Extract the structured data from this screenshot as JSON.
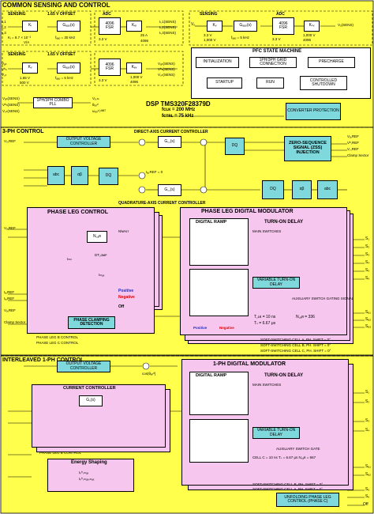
{
  "colors": {
    "yellow": "#ffff4c",
    "pink": "#f7c6ee",
    "cyan": "#7fd8dc",
    "black": "#000000",
    "red": "#e00000",
    "blue": "#1a2ccc"
  },
  "common": {
    "title": "COMMON SENSING AND CONTROL",
    "sensing1": "SENSING",
    "offset1": "1.65 V OFFSET",
    "in1": [
      "Iₗ,1",
      "Iₗ,2",
      "Iₗ,3"
    ],
    "ki": "Kᵢ",
    "kgain": "Kᵢ = 8.7 × 10⁻²",
    "kunit": "V/A",
    "gaaf": "Gₐₐₒ(s)",
    "faaf1": "fₐₐₒ = 30 kHz",
    "adc_title": "ADC",
    "adc_bits": "4096",
    "adc_fsr": "FSR",
    "adc_v": "3.3 V",
    "kei": "Kₑᵢ",
    "kei_val": "25 A",
    "kei_den": "4096",
    "out1": [
      "Iₗ,1(SENS)",
      "Iₗ,2(SENS)",
      "Iₗ,3(SENS)"
    ],
    "sensing2": "SENSING",
    "offset2": "1.65 V OFFSET",
    "in2": [
      "Vₐₙ",
      "Vᵇₙ",
      "V꜀ₙ"
    ],
    "kv": "Kᵥ",
    "kv_val": "1.65 V",
    "kv_den": "500 V",
    "faaf2": "fₐₐₒ = 5 kHz",
    "kev": "Kₑᵥ",
    "kev_val": "1,000 V",
    "kev_den": "4096",
    "out2": [
      "Vₐₙ(SENS)",
      "Vᵇₙ(SENS)",
      "V꜀ₙ(SENS)"
    ],
    "sensing3": "SENSING",
    "vo": "Vₒ",
    "kvo_val": "3.3 V",
    "kvo_den": "1,000 V",
    "faaf3": "fₐₐₒ = 5 kHz",
    "ksv": "Kₛᵥ",
    "ksv_val": "1,000 V",
    "ksv_den": "4096",
    "vo_out": "Vₒ(SENS)"
  },
  "pfc": {
    "title": "PFC STATE MACHINE",
    "init": "INITIALIZATION",
    "grid": "1PH/3PH GRID CONNECTION",
    "precharge": "PRECHARGE",
    "startup": "STARTUP",
    "run": "RUN",
    "shutdown": "CONTROLLED SHUTDOWN"
  },
  "dsp": {
    "name": "DSP TMS320F28379D",
    "fclk": "fᴄʟᴋ = 200 MHz",
    "fctrl": "fᴄᴛʀʟ = 75 kHz"
  },
  "pll": {
    "label": "1PH/3PH COMBO PLL",
    "inputs": [
      "Vₐₙ(SENS)",
      "Vᵇₙ(SENS)",
      "V꜀ₙ(SENS)"
    ],
    "outputs": [
      "Vᵧ,ₘ",
      "θᵧᵣᵢᵈ",
      "ωᵧᵣᵢᵈ,ᴸᴵᴹᴵᵀ"
    ]
  },
  "protection": "CONVERTER PROTECTION",
  "threeph": {
    "title": "3-PH CONTROL",
    "daxis": "DIRECT-AXIS CURRENT CONTROLLER",
    "qaxis": "QUADRATURE-AXIS CURRENT CONTROLLER",
    "vocontroller": "OUTPUT VOLTAGE CONTROLLER",
    "vo_ref": "Vₒ,REF",
    "vo_sens": "Vₒ(SENS)",
    "gcc": "G꜀꜀(s)",
    "zss": "ZERO-SEQUENCE SIGNAL (ZSS) INJECTION",
    "abc": "abc",
    "ab": "αβ",
    "dq": "DQ",
    "outs": [
      "Vₐ,REF",
      "Vᵇ,REF",
      "V꜀,REF",
      "Clamp Sector"
    ],
    "iqref": "Iᵩ,REF = 0"
  },
  "phaseleg": {
    "title": "PHASE LEG CONTROL",
    "ncar": "N꜀ₐʀ",
    "ninput": "Nᴵɴᴘᴜᴛ",
    "dtcomp": "DT꜀ᴏᴍᴘ",
    "imax": "Iₘₐₓ",
    "ilmt": "Iₗₘₜ",
    "positive": "Positive",
    "negative": "Negative",
    "off": "Off",
    "clamping": "PHASE CLAMPING DETECTION",
    "legb": "PHASE LEG B CONTROL",
    "legc": "PHASE LEG C CONTROL",
    "inputs": [
      "Vₐ,REF",
      "Iₐ,REF",
      "Iₐ,REF",
      "Vₐ,REF",
      "Clamp Sector"
    ]
  },
  "modulator3": {
    "title": "PHASE LEG DIGITAL MODULATOR",
    "ramp": "DIGITAL RAMP",
    "turnon": "TURN-ON DELAY",
    "mainsw": "MAIN SWITCHES",
    "vartd": "VARIABLE TURN-ON DELAY",
    "auxgate": "AUXILIARY SWITCH GATING SIGNAL",
    "tclk": "T꜀ʟᴋ = 10 ns",
    "tsv": "Tₛ = 6.67 μs",
    "ncarv": "N꜀ₐʀ = 336",
    "ts": "Tₛ",
    "tclk_s": "T꜀ʟᴋ",
    "pos": "Positive",
    "neg": "Negative",
    "cellA": "SOFT-SWITCHING CELL A, PH. SHIFT = 0°",
    "cellB": "SOFT-SWITCHING CELL B, PH. SHIFT = 0°",
    "cellC": "SOFT-SWITCHING CELL C, PH. SHIFT = 0°",
    "outs": [
      "S₁",
      "S₂",
      "S₃",
      "S₄",
      "S₅",
      "S₆",
      "Sₐ₁",
      "Sₐ₂",
      "Sₐ₃"
    ]
  },
  "oneph": {
    "title": "INTERLEAVED 1-PH CONTROL",
    "vocontroller": "OUTPUT VOLTAGE CONTROLLER",
    "current": "CURRENT CONTROLLER",
    "gc": "G꜀(s)",
    "cos": "cos(θᵧᵣᵢᵈ)",
    "legb": "PHASE LEG B CONTROL",
    "energy": "Energy Shaping",
    "iphmax": "Iₚʰ,ₘₐₓ",
    "iphmax2": "Iₚʰ,ₘₐₓ,ₘₐₓ",
    "modtitle": "1-PH DIGITAL MODULATOR",
    "ramp": "DIGITAL RAMP",
    "turnon": "TURN-ON DELAY",
    "mainsw": "MAIN SWITCHES",
    "vartd": "VARIABLE TURN-ON DELAY",
    "auxgate": "AUXILIARY SWITCH GATE",
    "cellsum": "CELL C = 10 ns Tₛ = 6.67 μs N꜀ₐʀ = 667",
    "cellB": "SOFT-SWITCHING CELL B, PH. SHIFT = 0°",
    "cellA": "SOFT-SWITCHING CELL A, PH. SHIFT = 0°",
    "unfold": "UNFOLDING PHASE LEG CONTROL (PHASE C)",
    "outs": [
      "S₁",
      "S₂",
      "S₃",
      "S₄",
      "Sₐ₁",
      "Sₐ₂",
      "S₅",
      "S₆",
      "Off"
    ]
  }
}
